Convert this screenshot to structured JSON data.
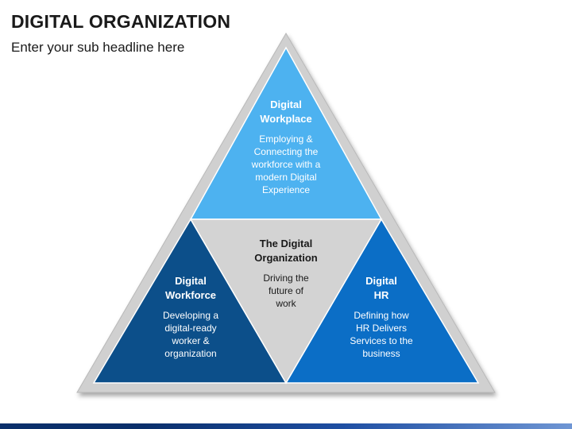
{
  "header": {
    "title": "DIGITAL ORGANIZATION",
    "subtitle": "Enter your sub headline here"
  },
  "colors": {
    "outer_frame": "#d0d0d0",
    "top": "#4db2f0",
    "left": "#0c4f8a",
    "right": "#0b6ec6",
    "center": "#d3d3d3"
  },
  "segments": {
    "top": {
      "heading_line1": "Digital",
      "heading_line2": "Workplace",
      "body": [
        "Employing &",
        "Connecting the",
        "workforce with a",
        "modern Digital",
        "Experience"
      ]
    },
    "center": {
      "heading_line1": "The Digital",
      "heading_line2": "Organization",
      "body": [
        "Driving the",
        "future of",
        "work"
      ]
    },
    "left": {
      "heading_line1": "Digital",
      "heading_line2": "Workforce",
      "body": [
        "Developing a",
        "digital-ready",
        "worker &",
        "organization"
      ]
    },
    "right": {
      "heading_line1": "Digital",
      "heading_line2": "HR",
      "body": [
        "Defining how",
        "HR Delivers",
        "Services to the",
        "business"
      ]
    }
  }
}
